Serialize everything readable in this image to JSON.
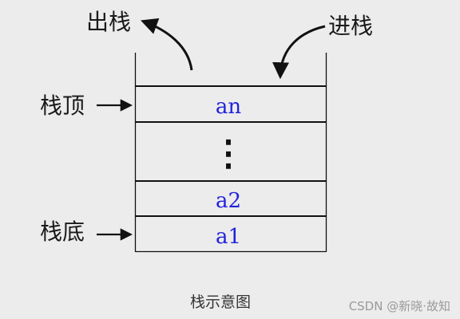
{
  "labels": {
    "pop": "出栈",
    "push": "进栈",
    "top": "栈顶",
    "bottom": "栈底"
  },
  "cells": {
    "top": "an",
    "ellipsis": "⋮",
    "second": "a2",
    "first": "a1"
  },
  "caption": "栈示意图",
  "watermark": "CSDN @新晓·故知",
  "colors": {
    "background": "#ececec",
    "line": "#111111",
    "cell_text": "#2222dd"
  },
  "icons": {
    "pop_arrow": "curved-arrow-up-left-icon",
    "push_arrow": "curved-arrow-down-icon",
    "top_pointer": "arrow-right-icon",
    "bottom_pointer": "arrow-right-icon"
  }
}
